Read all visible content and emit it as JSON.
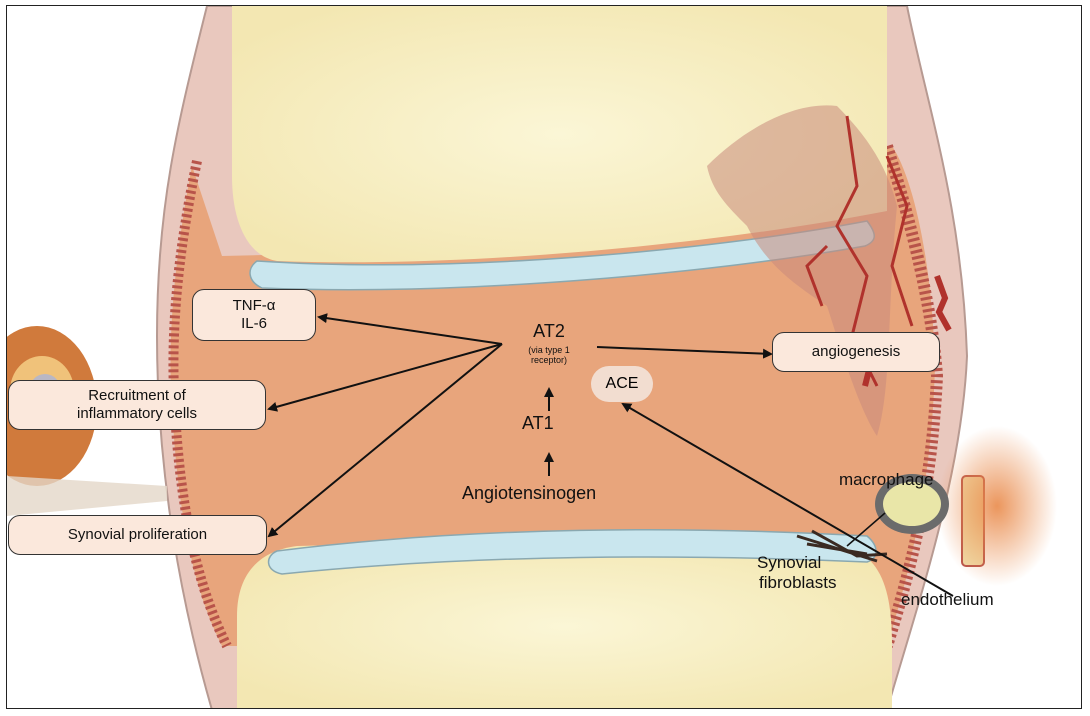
{
  "nodes": {
    "tnf": {
      "line1": "TNF-α",
      "line2": "IL-6"
    },
    "recruitment": {
      "line1": "Recruitment of",
      "line2": "inflammatory cells"
    },
    "synovial_proliferation": {
      "text": "Synovial proliferation"
    },
    "angiogenesis": {
      "text": "angiogenesis"
    },
    "at2": {
      "title": "AT2",
      "note_line1": "(via type 1",
      "note_line2": "receptor)"
    },
    "ace": {
      "text": "ACE"
    },
    "at1": {
      "text": "AT1"
    },
    "angiotensinogen": {
      "text": "Angiotensinogen"
    },
    "macrophage": {
      "text": "macrophage"
    },
    "synovial_fibroblasts": {
      "line1": "Synovial",
      "line2": "fibroblasts"
    },
    "endothelium": {
      "text": "endothelium"
    }
  },
  "colors": {
    "synovial_fluid": "#e8a57c",
    "bone": "#f8f1c4",
    "cartilage": "#c9e6ee",
    "capsule": "#e9c8be",
    "synovium": "#b8544a",
    "box_fill": "#fbe8dc"
  }
}
